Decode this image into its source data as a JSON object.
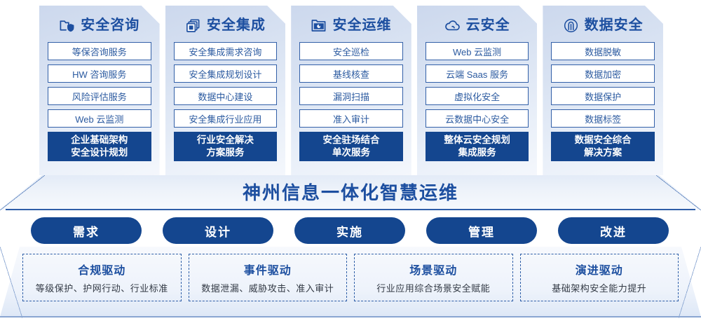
{
  "columns": [
    {
      "icon": "folder-shield-icon",
      "title": "安全咨询",
      "items": [
        "等保咨询服务",
        "HW 咨询服务",
        "风险评估服务",
        "Web 云监测"
      ],
      "summary": [
        "企业基础架构",
        "安全设计规划"
      ]
    },
    {
      "icon": "documents-stack-icon",
      "title": "安全集成",
      "items": [
        "安全集成需求咨询",
        "安全集成规划设计",
        "数据中心建设",
        "安全集成行业应用"
      ],
      "summary": [
        "行业安全解决",
        "方案服务"
      ]
    },
    {
      "icon": "monitor-chart-icon",
      "title": "安全运维",
      "items": [
        "安全巡检",
        "基线核查",
        "漏洞扫描",
        "准入审计"
      ],
      "summary": [
        "安全驻场结合",
        "单次服务"
      ]
    },
    {
      "icon": "cloud-icon",
      "title": "云安全",
      "items": [
        "Web 云监测",
        "云端 Saas 服务",
        "虚拟化安全",
        "云数据中心安全"
      ],
      "summary": [
        "整体云安全规划",
        "集成服务"
      ]
    },
    {
      "icon": "fingerprint-icon",
      "title": "数据安全",
      "items": [
        "数据脱敏",
        "数据加密",
        "数据保护",
        "数据标签"
      ],
      "summary": [
        "数据安全综合",
        "解决方案"
      ]
    }
  ],
  "banner": {
    "text": "神州信息一体化智慧运维"
  },
  "pills": [
    {
      "label": "需求"
    },
    {
      "label": "设计"
    },
    {
      "label": "实施"
    },
    {
      "label": "管理"
    },
    {
      "label": "改进"
    }
  ],
  "drivers": [
    {
      "title": "合规驱动",
      "desc": "等级保护、护网行动、行业标准"
    },
    {
      "title": "事件驱动",
      "desc": "数据泄漏、威胁攻击、准入审计"
    },
    {
      "title": "场景驱动",
      "desc": "行业应用综合场景安全赋能"
    },
    {
      "title": "演进驱动",
      "desc": "基础架构安全能力提升"
    }
  ],
  "colors": {
    "primary_dark": "#14468f",
    "primary_text": "#1d4fa0",
    "item_border": "#3360a8",
    "item_text": "#2b5aa0",
    "dashed_border": "#2f5fa8",
    "card_bg_top": "#ccd8ed",
    "card_bg_bottom": "#f4f7fc"
  }
}
